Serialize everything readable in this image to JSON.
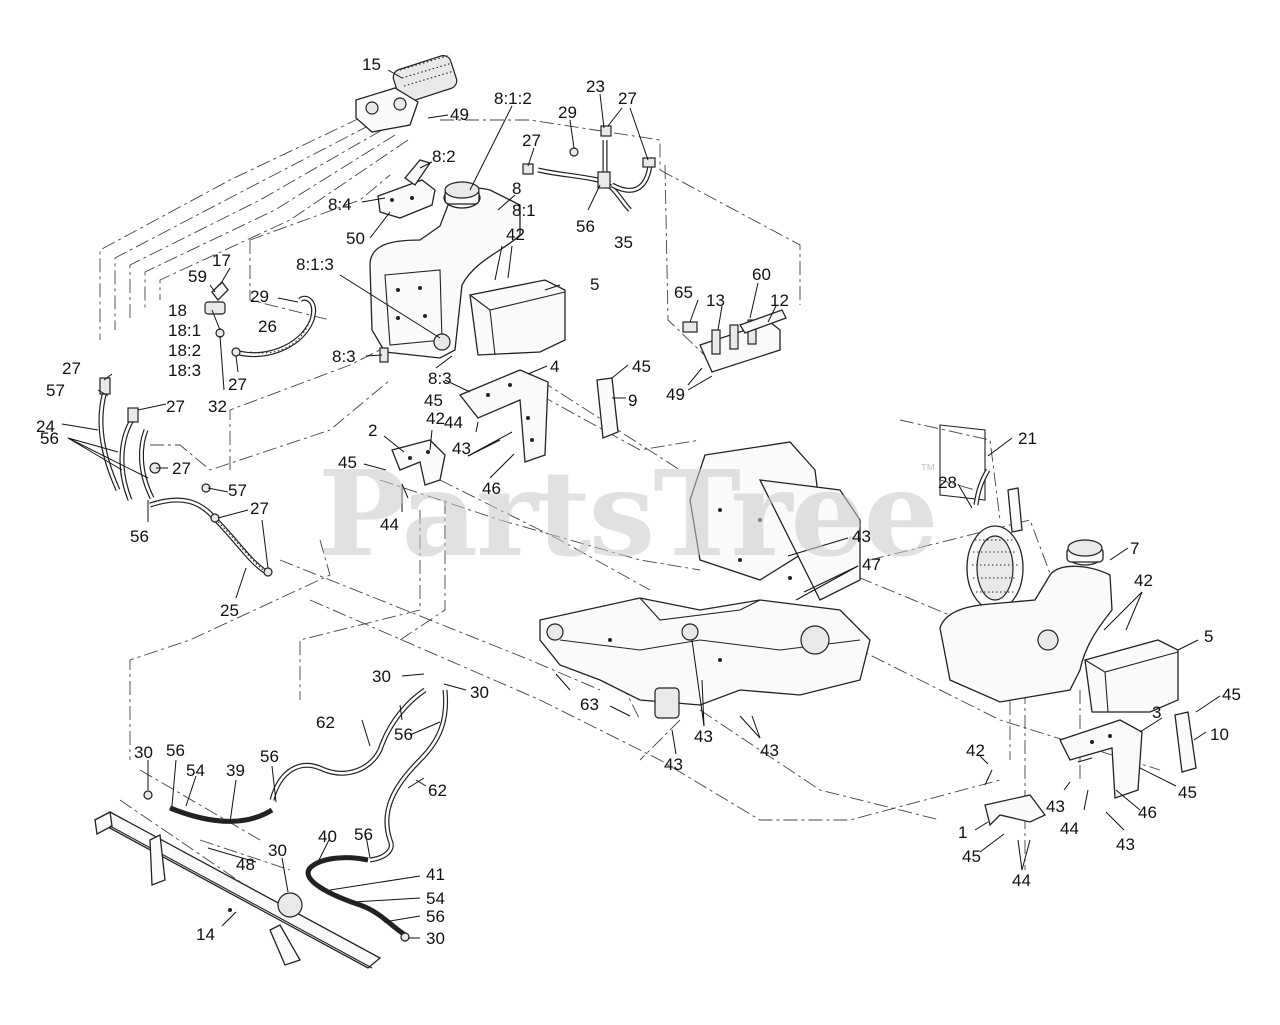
{
  "watermark": {
    "text": "PartsTree",
    "trademark": "™"
  },
  "callouts": {
    "c15": "15",
    "c49a": "49",
    "c812": "8:1:2",
    "c29a": "29",
    "c23": "23",
    "c27a": "27",
    "c27b": "27",
    "c82": "8:2",
    "c84": "8:4",
    "c8": "8",
    "c81": "8:1",
    "c50": "50",
    "c56a": "56",
    "c35": "35",
    "c42a": "42",
    "c17": "17",
    "c813": "8:1:3",
    "c59": "59",
    "c29b": "29",
    "c26": "26",
    "c5a": "5",
    "c18": "18",
    "c181": "18:1",
    "c182": "18:2",
    "c183": "18:3",
    "c27c": "27",
    "c83a": "8:3",
    "c83b": "8:3",
    "c32": "32",
    "c65": "65",
    "c13": "13",
    "c60": "60",
    "c12": "12",
    "c49b": "49",
    "c4": "4",
    "c45a": "45",
    "c45b": "45",
    "c9": "9",
    "c27d": "27",
    "c57a": "57",
    "c27e": "27",
    "c24": "24",
    "c42b": "42",
    "c2": "2",
    "c44a": "44",
    "c43a": "43",
    "c56b": "56",
    "c45c": "45",
    "c46a": "46",
    "c44b": "44",
    "c27f": "27",
    "c57b": "57",
    "c56c": "56",
    "c27g": "27",
    "c25": "25",
    "c28": "28",
    "c21": "21",
    "c43b": "43",
    "c47": "47",
    "c7": "7",
    "c42c": "42",
    "c5b": "5",
    "c30a": "30",
    "c30b": "30",
    "c62a": "62",
    "c56d": "56",
    "c63": "63",
    "c43c": "43",
    "c43d": "43",
    "c43e": "43",
    "c45d": "45",
    "c3": "3",
    "c10": "10",
    "c30c": "30",
    "c56e": "56",
    "c54a": "54",
    "c39": "39",
    "c56f": "56",
    "c62b": "62",
    "c42d": "42",
    "c45e": "45",
    "c43f": "43",
    "c44c": "44",
    "c46b": "46",
    "c1": "1",
    "c43g": "43",
    "c45f": "45",
    "c44d": "44",
    "c40": "40",
    "c56g": "56",
    "c48": "48",
    "c30d": "30",
    "c41": "41",
    "c54b": "54",
    "c56h": "56",
    "c30e": "30",
    "c14": "14"
  }
}
